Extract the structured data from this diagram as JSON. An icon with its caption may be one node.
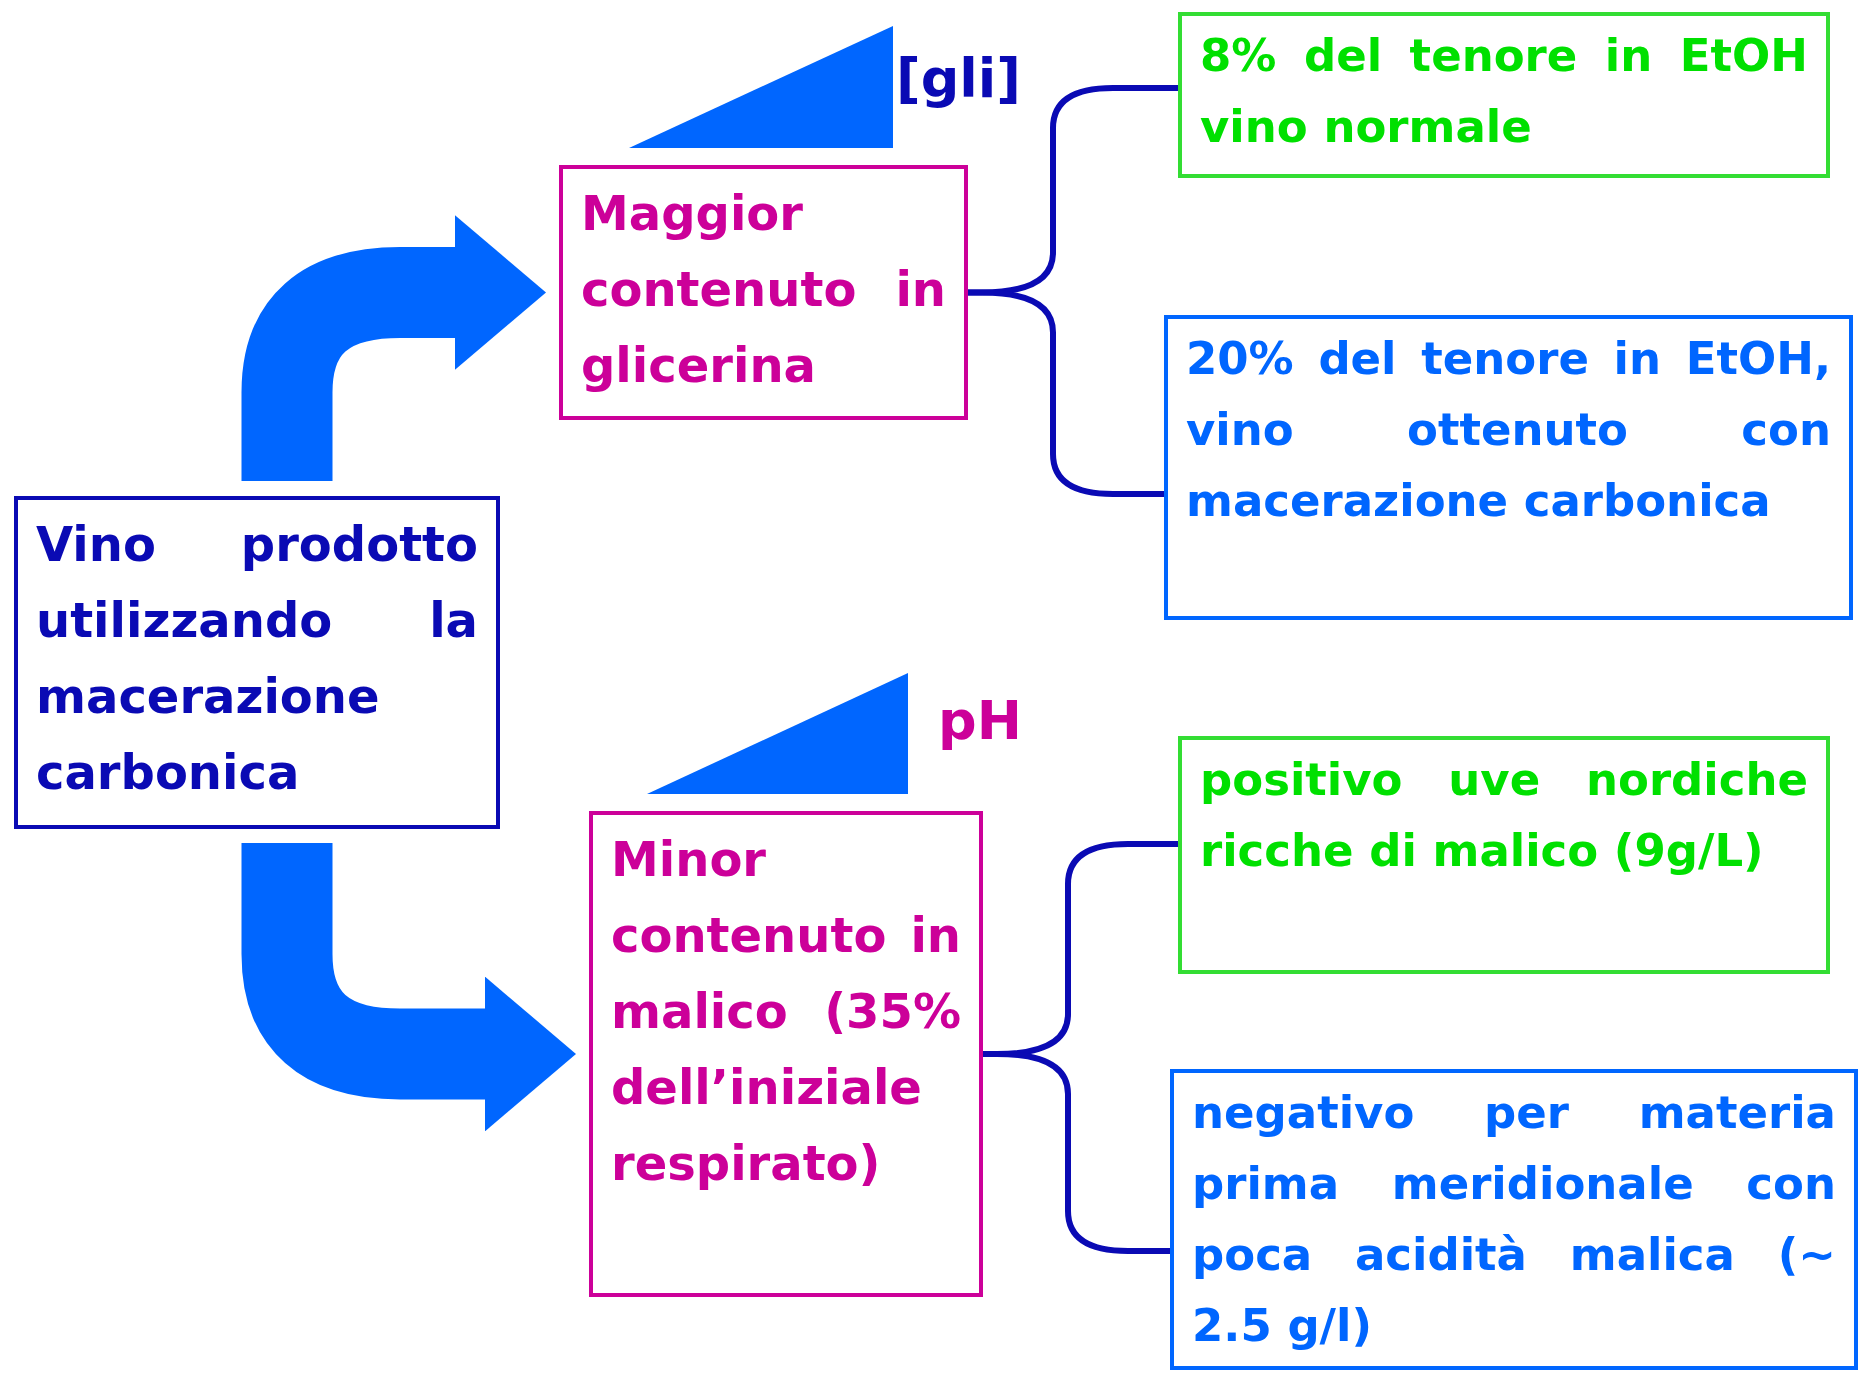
{
  "diagram": {
    "nodes": [
      {
        "text": [
          "Vino prodotto utilizzando la macerazione carbonica"
        ]
      },
      {
        "text": [
          "Maggior contenuto in glicerina"
        ]
      },
      {
        "text": [
          "Minor contenuto in malico (35% dell’iniziale respirato)"
        ]
      },
      {
        "text": [
          "8% del tenore in EtOH vino normale"
        ]
      },
      {
        "text": [
          "20% del tenore in EtOH, vino ottenuto con macerazione carbonica"
        ]
      },
      {
        "text": [
          "positivo uve nordiche ricche di malico (9g/L)"
        ]
      },
      {
        "text": [
          "negativo per materia prima meridionale con poca acidità malica (~ 2.5 g/l)"
        ]
      }
    ],
    "edges": [
      {
        "from": 0,
        "to": 1,
        "arrow": "to",
        "style": "thick",
        "color": "#0066ff"
      },
      {
        "from": 0,
        "to": 2,
        "arrow": "to",
        "style": "thick",
        "color": "#0066ff"
      },
      {
        "from": 1,
        "to": 3,
        "arrow": "none"
      },
      {
        "from": 1,
        "to": 4,
        "arrow": "none"
      },
      {
        "from": 2,
        "to": 5,
        "arrow": "none"
      },
      {
        "from": 2,
        "to": 6,
        "arrow": "none"
      }
    ],
    "labels": [
      "[gli]",
      "pH"
    ]
  }
}
